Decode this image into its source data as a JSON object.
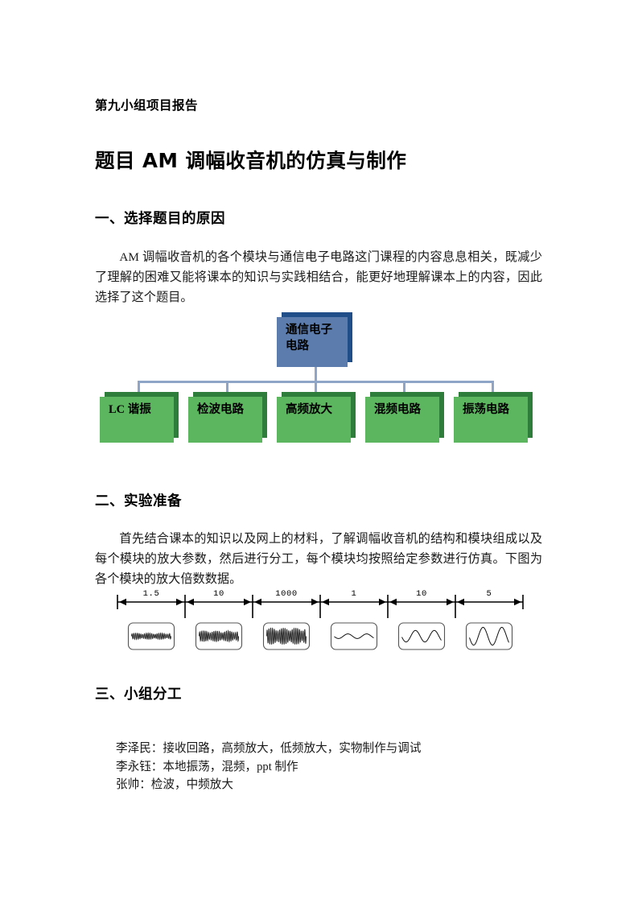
{
  "document": {
    "subtitle": "第九小组项目报告",
    "title": "题目  AM 调幅收音机的仿真与制作"
  },
  "sections": [
    {
      "heading": "一、选择题目的原因",
      "paragraph": "AM 调幅收音机的各个模块与通信电子电路这门课程的内容息息相关，既减少了理解的困难又能将课本的知识与实践相结合，能更好地理解课本上的内容，因此选择了这个题目。"
    },
    {
      "heading": "二、实验准备",
      "paragraph": "首先结合课本的知识以及网上的材料，了解调幅收音机的结构和模块组成以及每个模块的放大参数，然后进行分工，每个模块均按照给定参数进行仿真。下图为各个模块的放大倍数数据。"
    },
    {
      "heading": "三、小组分工"
    }
  ],
  "org_chart": {
    "root": {
      "label_line1": "通信电子",
      "label_line2": "电路",
      "fill_color": "#5b7cad",
      "shadow_color": "#1f4e89"
    },
    "connector_color": "#8fa5c8",
    "leaf_fill_color": "#5cb55f",
    "leaf_shadow_color": "#2e7d3a",
    "leaves": [
      {
        "label": "LC 谐振"
      },
      {
        "label": "检波电路"
      },
      {
        "label": "高频放大"
      },
      {
        "label": "混频电路"
      },
      {
        "label": "振荡电路"
      }
    ]
  },
  "gain_figure": {
    "scale_labels": [
      "1.5",
      "10",
      "1000",
      "1",
      "10",
      "5"
    ],
    "waveforms": [
      {
        "name": "am-low-amplitude",
        "kind": "am",
        "amplitude": 0.3
      },
      {
        "name": "am-mid-amplitude",
        "kind": "am",
        "amplitude": 0.52
      },
      {
        "name": "am-high-amplitude",
        "kind": "am",
        "amplitude": 0.8
      },
      {
        "name": "sine-low-amplitude",
        "kind": "sine",
        "amplitude": 0.22
      },
      {
        "name": "sine-mid-amplitude",
        "kind": "sine",
        "amplitude": 0.55
      },
      {
        "name": "sine-high-amplitude",
        "kind": "sine",
        "amplitude": 0.85
      }
    ]
  },
  "team": {
    "members": [
      "李泽民：接收回路，高频放大，低频放大，实物制作与调试",
      "李永钰：本地振荡，混频，ppt 制作",
      "张帅：检波，中频放大"
    ]
  }
}
